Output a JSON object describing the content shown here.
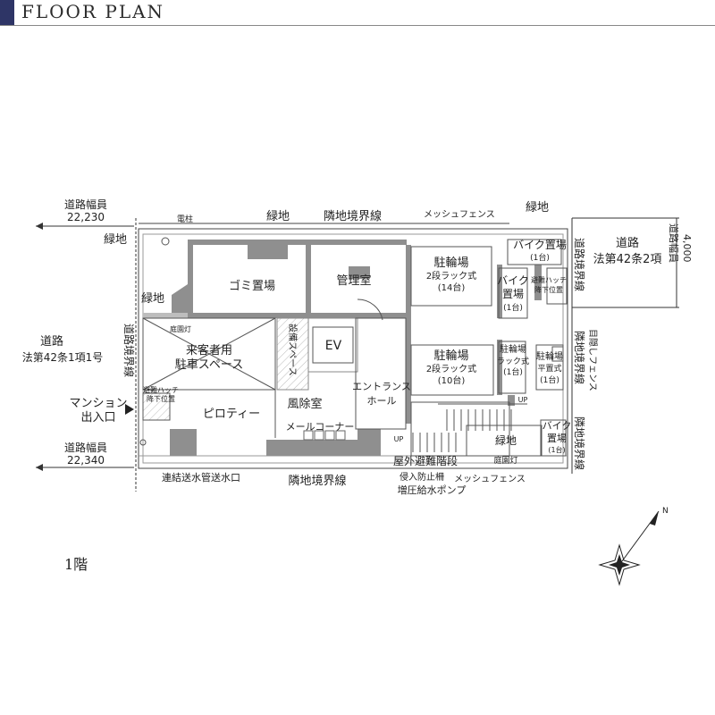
{
  "header": {
    "title": "FLOOR PLAN"
  },
  "floor_label": "1階",
  "colors": {
    "accent": "#2e3566",
    "wall": "#8f8f8f",
    "line": "#333333"
  },
  "labels": {
    "road_width_top_a": "道路幅員",
    "road_width_top_b": "22,230",
    "denchu": "電柱",
    "ryokuchi_top": "緑地",
    "rinchi_top": "隣地境界線",
    "mesh_top": "メッシュフェンス",
    "ryokuchi_top_right": "緑地",
    "ryokuchi_left": "緑地",
    "road_right_a": "道路",
    "road_right_b": "法第42条2項",
    "road_width_right_a": "道路幅員",
    "road_width_right_b": "4,000",
    "road_border_right_top": "道路境界線",
    "gomi": "ゴミ置場",
    "kanri": "管理室",
    "churin1_a": "駐輪場",
    "churin1_b": "2段ラック式",
    "churin1_c": "(14台)",
    "bike1_a": "バイク置場",
    "bike1_b": "(1台)",
    "bike2_a": "バイク",
    "bike2_b": "置場",
    "bike2_c": "(1台)",
    "hatch_right_a": "避難ハッチ",
    "hatch_right_b": "降下位置",
    "ryokuchi_mid": "緑地",
    "teien_left": "庭園灯",
    "raikyaku_a": "来客者用",
    "raikyaku_b": "駐車スペース",
    "setsubi": "設備スペース",
    "ev": "EV",
    "churin2_a": "駐輪場",
    "churin2_b": "2段ラック式",
    "churin2_c": "(10台)",
    "churin3_a": "駐輪場",
    "churin3_b": "ラック式",
    "churin3_c": "(1台)",
    "churin4_a": "駐輪場",
    "churin4_b": "平置式",
    "churin4_c": "(1台)",
    "rinchi_right": "隣地境界線",
    "mekakushi": "目隠しフェンス",
    "road_left_a": "道路",
    "road_left_b": "法第42条1項1号",
    "road_border_left": "道路境界線",
    "hatch_left_a": "避難ハッチ",
    "hatch_left_b": "降下位置",
    "entrance_a": "エントランス",
    "entrance_b": "ホール",
    "fujoshitsu": "風除室",
    "mansion_a": "マンション",
    "mansion_b": "出入口",
    "piloti": "ピロティー",
    "mail": "メールコーナー",
    "up1": "UP",
    "up2": "UP",
    "ryokuchi_bottom": "緑地",
    "bike3_a": "バイク",
    "bike3_b": "置場",
    "bike3_c": "(1台)",
    "rinchi_right_bottom": "隣地境界線",
    "road_width_bottom_a": "道路幅員",
    "road_width_bottom_b": "22,340",
    "stairs": "屋外避難階段",
    "teien_bottom": "庭園灯",
    "shinnyu": "侵入防止柵",
    "mesh_bottom": "メッシュフェンス",
    "renketsu": "連結送水管送水口",
    "rinchi_bottom": "隣地境界線",
    "zoatsu": "増圧給水ポンプ",
    "compass_n": "N"
  }
}
